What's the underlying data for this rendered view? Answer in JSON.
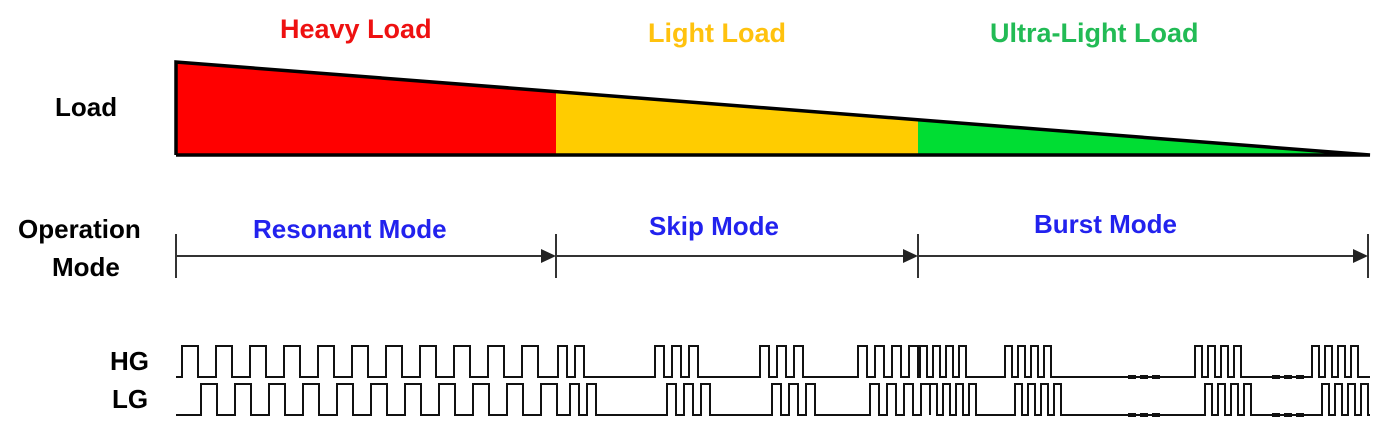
{
  "load_regions": [
    {
      "label": "Heavy Load",
      "color": "#ff0000"
    },
    {
      "label": "Light Load",
      "color": "#ffcc00"
    },
    {
      "label": "Ultra-Light Load",
      "color": "#00dd33"
    }
  ],
  "text_colors": {
    "heavy": "#ee1111",
    "light": "#ffc20e",
    "ultra": "#22bb55",
    "mode": "#2222ee"
  },
  "row_labels": {
    "load": "Load",
    "operation": "Operation",
    "mode": "Mode",
    "hg": "HG",
    "lg": "LG"
  },
  "modes": [
    {
      "label": "Resonant Mode"
    },
    {
      "label": "Skip Mode"
    },
    {
      "label": "Burst Mode"
    }
  ]
}
